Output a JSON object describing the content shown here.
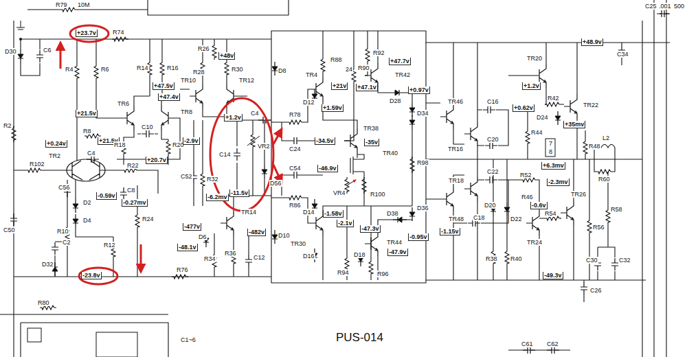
{
  "diagram": {
    "labels": [
      "R79",
      "10M",
      "C25",
      ".001",
      "500",
      "+23.7v",
      "R74",
      "+48.9v",
      "C34",
      "D30",
      "C6",
      "R4",
      "R6",
      "R14",
      "R16",
      "R26",
      "+48v",
      "R28",
      "R30",
      "TR10",
      "TR12",
      "+47.5v",
      "+47.4v",
      "TR6",
      "TR8",
      "+21.5v",
      "R8",
      "+21.5v",
      "C10",
      "R18",
      "R20",
      "+20.7v",
      "C4",
      "+0.24v",
      "R2",
      "R102",
      "TR2",
      "R22",
      "C56",
      "C8",
      "-0.59v",
      "-0.27mv",
      "D2",
      "D4",
      "R24",
      "R10",
      "C50",
      "C2",
      "R12",
      "D32",
      "-23.8v",
      "R76",
      "R80",
      "-2.9v",
      "C52",
      "R32",
      "-6.2mv",
      "+1.2v",
      "C4",
      "C14",
      "VR2",
      "D56",
      "-11.5v",
      "D8",
      "R78",
      "C24",
      "C54",
      "R86",
      "-477v",
      "TR14",
      "-482v",
      "-48.1v",
      "D6",
      "R34",
      "R36",
      "C12",
      "D10",
      "R88",
      "TR4",
      "+21v",
      "D12",
      "+1.59v",
      "24",
      "R90",
      "R92",
      "+47.7v",
      "TR42",
      "+47.1v",
      "+0.97v",
      "D28",
      "D34",
      "-34.5v",
      "-35v",
      "TR38",
      "TR40",
      "-46.9v",
      "VR4",
      "R98",
      "R100",
      "D14",
      "-1.58v",
      "D36",
      "D38",
      "TR30",
      "-2.1v",
      "-47.3v",
      "-0.95v",
      "D16",
      "TR44",
      "-47.9v",
      "R94",
      "D18",
      "R96",
      "TR46",
      "C16",
      "TR16",
      "C20",
      "TR18",
      "C22",
      "TR48",
      "C18",
      "TR20",
      "+1.2v",
      "+0.62v",
      "R42",
      "TR22",
      "D24",
      "+35mv",
      "R44",
      "7",
      "8",
      "R48",
      "L2",
      "+6.3mv",
      "R60",
      "R52",
      "-2.3mv",
      "D20",
      "D22",
      "R46",
      "-0.6v",
      "R54",
      "TR26",
      "TR24",
      "R56",
      "R58",
      "-1.15v",
      "R38",
      "R40",
      "C30",
      "C32",
      "-49.3v",
      "C26",
      "PUS-014",
      "C1~6",
      "C61",
      "C62"
    ]
  }
}
